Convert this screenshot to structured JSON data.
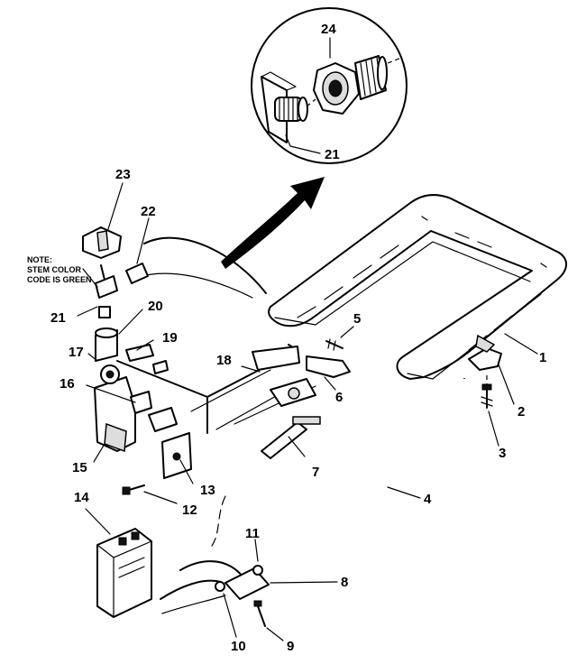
{
  "note": {
    "line1": "NOTE:",
    "line2": "STEM COLOR",
    "line3": "CODE IS GREEN"
  },
  "callouts": {
    "c1": "1",
    "c2": "2",
    "c3": "3",
    "c4": "4",
    "c5": "5",
    "c6": "6",
    "c7": "7",
    "c8": "8",
    "c9": "9",
    "c10": "10",
    "c11": "11",
    "c12": "12",
    "c13": "13",
    "c14": "14",
    "c15": "15",
    "c16": "16",
    "c17": "17",
    "c18": "18",
    "c19": "19",
    "c20": "20",
    "c21": "21",
    "c22": "22",
    "c23": "23",
    "c24": "24",
    "c21b": "21"
  }
}
